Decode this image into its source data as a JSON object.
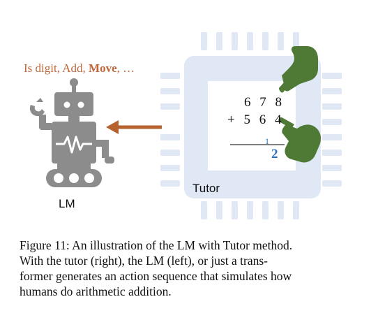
{
  "actions": {
    "prefix": "Is digit, Add, ",
    "bold": "Move",
    "suffix": ", …"
  },
  "labels": {
    "lm": "LM",
    "tutor": "Tutor"
  },
  "addition": {
    "row1": "6 7 8",
    "row2": "+ 5 6 4",
    "carry": "1",
    "result": "2"
  },
  "colors": {
    "robot": "#8c8c8c",
    "arrow": "#b5622f",
    "chip": "#dfe8f4",
    "chip_inner": "#ffffff",
    "hand": "#4e7a36",
    "result": "#2c6fbd"
  },
  "caption": {
    "line1": "Figure 11: An illustration of the LM with Tutor method.",
    "line2": "With the tutor (right), the LM (left), or just a trans-",
    "line3": "former generates an action sequence that simulates how",
    "line4": "humans do arithmetic addition."
  }
}
